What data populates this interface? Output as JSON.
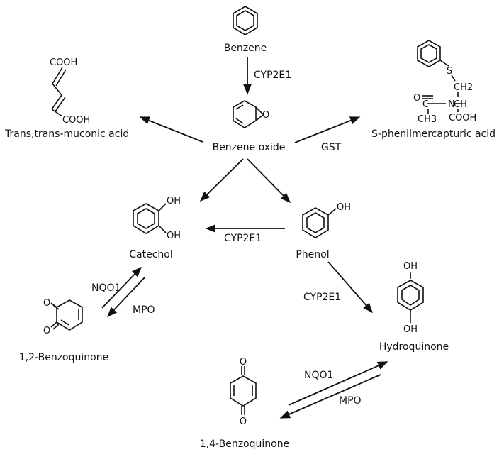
{
  "compounds": {
    "benzene": "Benzene",
    "benzene_oxide": "Benzene oxide",
    "muconic_acid": "Trans,trans-muconic acid",
    "spma": "S-phenilmercapturic acid",
    "catechol": "Catechol",
    "phenol": "Phenol",
    "hydroquinone": "Hydroquinone",
    "benzoquinone_12": "1,2-Benzoquinone",
    "benzoquinone_14": "1,4-Benzoquinone"
  },
  "enzymes": {
    "benzene_to_oxide": "CYP2E1",
    "oxide_to_spma": "GST",
    "phenol_to_catechol": "CYP2E1",
    "phenol_to_hydroquinone": "CYP2E1",
    "bq12_to_catechol": "NQO1",
    "catechol_to_bq12": "MPO",
    "bq14_to_hydroquinone": "NQO1",
    "hydroquinone_to_bq14": "MPO"
  },
  "atoms": {
    "cooh": "COOH",
    "oh": "OH",
    "o": "O",
    "s": "S",
    "n": "N",
    "c": "C",
    "ch": "CH",
    "ch2": "CH2",
    "ch3": "CH3"
  }
}
